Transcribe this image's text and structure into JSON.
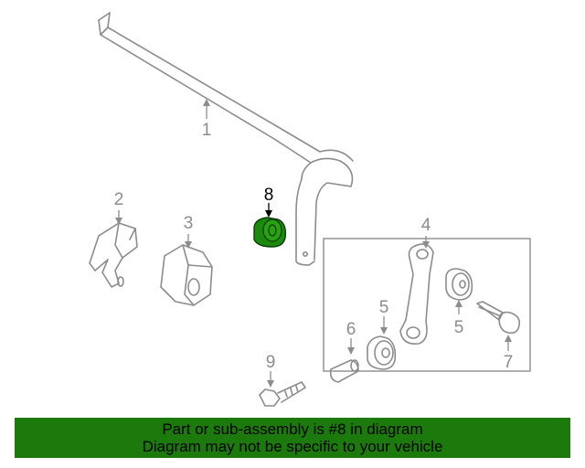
{
  "diagram": {
    "callouts": {
      "c1": "1",
      "c2": "2",
      "c3": "3",
      "c4": "4",
      "c5a": "5",
      "c5b": "5",
      "c6": "6",
      "c7": "7",
      "c8": "8",
      "c9": "9"
    },
    "highlighted_part": "8",
    "highlight_color": "#1c8a0e"
  },
  "banner": {
    "line1": "Part or sub-assembly is #8 in diagram",
    "line2": "Diagram may not be specific to your vehicle",
    "background_color": "#1c7a0c"
  }
}
